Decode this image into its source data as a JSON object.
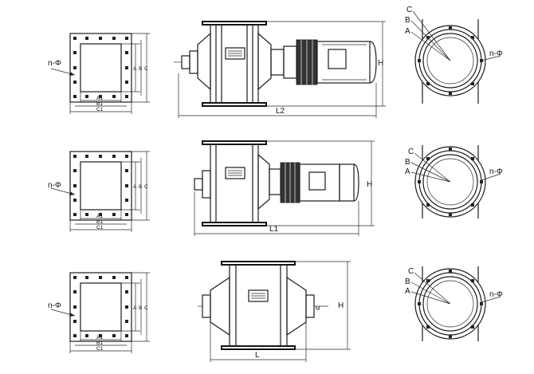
{
  "rows": [
    {
      "flange": {
        "hole_label": "n-Φ",
        "dims_bottom": [
          "A1",
          "B1",
          "C1"
        ],
        "dims_side": [
          "A",
          "B",
          "C"
        ]
      },
      "side": {
        "width_label": "L2",
        "height_label": "H",
        "nameplate": ""
      },
      "end": {
        "circle_labels": [
          "C",
          "B",
          "A"
        ],
        "hole_label": "n-Φ"
      }
    },
    {
      "flange": {
        "hole_label": "n-Φ",
        "dims_bottom": [
          "A1",
          "B1",
          "C1"
        ],
        "dims_side": [
          "A",
          "B",
          "C"
        ]
      },
      "side": {
        "width_label": "L1",
        "height_label": "H",
        "nameplate": ""
      },
      "end": {
        "circle_labels": [
          "C",
          "B",
          "A"
        ],
        "hole_label": "n-Φ"
      }
    },
    {
      "flange": {
        "hole_label": "n-Φ",
        "dims_bottom": [
          "A1",
          "B1",
          "C1"
        ],
        "dims_side": [
          "A",
          "B",
          "C"
        ]
      },
      "side": {
        "width_label": "L",
        "height_label": "H",
        "shaft_label": "M",
        "nameplate": ""
      },
      "end": {
        "circle_labels": [
          "C",
          "B",
          "A"
        ],
        "hole_label": "n-Φ"
      }
    }
  ]
}
